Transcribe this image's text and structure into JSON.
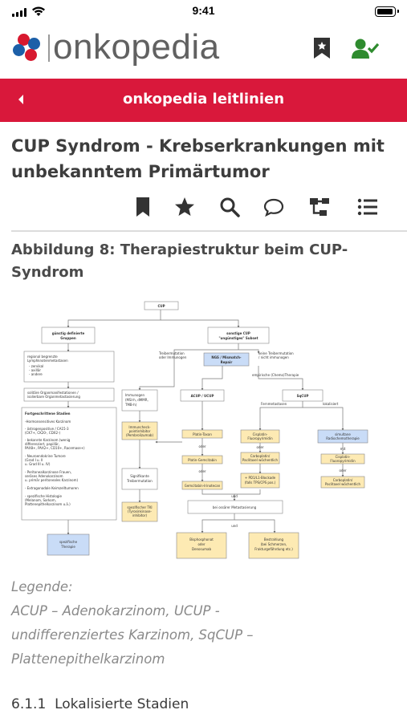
{
  "status_bar": {
    "time": "9:41"
  },
  "header": {
    "logo_text": "onkopedia",
    "bookmark_icon": "bookmark-icon",
    "user_icon": "user-check-icon"
  },
  "nav": {
    "back_icon": "chevron-left-icon",
    "title": "onkopedia leitlinien"
  },
  "document": {
    "title": "CUP Syndrom - Krebserkrankungen mit unbekanntem Primärtumor"
  },
  "toolbar": {
    "items": [
      "bookmark-icon",
      "star-icon",
      "search-icon",
      "comment-icon",
      "sitemap-icon",
      "list-icon"
    ]
  },
  "figure": {
    "title": "Abbildung 8: Therapiestruktur beim CUP-Syndrom",
    "diagram": {
      "root": "CUP",
      "left_group": [
        "günstig definierte",
        "Gruppen"
      ],
      "left_list": [
        "regional begrenzte",
        "Lymphknotenmetastasen",
        "- zervikal",
        "- axillär",
        "- andere",
        "solitäre Organmanifestationen /",
        "isolierbare Organmetastasierung"
      ],
      "advanced": [
        "Fortgeschrittene Stadien",
        "-Hormonsensitives Karzinom",
        "- östrogenpositive / CA15-3",
        "(CK7+, CK20-, CDX2-)",
        "- bekannte Karzinom (wenig",
        "differenziert, papillär,",
        "PAX8+, PAX2+, CD10+, Racemase+)",
        "- Neuroendokrine Tumore",
        "(Grad I u. II",
        "u. Grad III u. IV)",
        "- Peritonealkarzinose Frauen,",
        "seröses Adenokarzinom",
        "u. primär peritoneales Karzinom)",
        "- Extragonadale Keimzelltumoren",
        "- spezifische Histologie",
        "(Melanom, Sarkom,",
        "Plattenepithelkarzinom u.ä.)"
      ],
      "specific_therapy": [
        "spezifische",
        "Therapie"
      ],
      "right_group": [
        "sonstige CUP",
        "\"ungünstiges\" Subset"
      ],
      "driver_yes": [
        "Treibermutation",
        "oder Immunogen"
      ],
      "driver_no": [
        "keine Treibermutation",
        "/ nicht immunogen"
      ],
      "ngs": [
        "NGS / Mismatch-",
        "Repair"
      ],
      "empirical": "empirische (Chemo)Therapie",
      "immunogen": [
        "Immunogen",
        "(MSI-h, dMMR,",
        "TMB-h)"
      ],
      "checkpoint": [
        "Immuncheck-",
        "pointinhibitor",
        "(Pembrolizumab)"
      ],
      "signif_driver": [
        "Signifikante",
        "Treibermutation"
      ],
      "tki": [
        "spezifischer TKI",
        "(Tyrosinkinase-",
        "inhibitor)"
      ],
      "acup": "ACUP / UCUP",
      "sqcup": "SqCUP",
      "platin_taxan": "Platin-Taxan",
      "oder": "oder",
      "platin_gem": "Platin-Gemcitabin",
      "gem_irino": "Gemcitabin-Irinotecan",
      "ferne": "Fernmetastasen",
      "lokal": "lokalisiert",
      "cis_fluoro": [
        "Cisplatin-",
        "Fluoropyrimidin"
      ],
      "carbo_pac": [
        "Carboplatin/",
        "Paclitaxel wöchentlich"
      ],
      "pd1": [
        "+ PD1/L1-Blockade",
        "(falls TPS/CPS pos.)"
      ],
      "simultan": [
        "simultane",
        "Radiochemotherapie"
      ],
      "mit": "mit",
      "cis_fluoro2": [
        "Cisplatin-",
        "Fluoropyrimidin"
      ],
      "carbo_pac2": [
        "Carboplatin/",
        "Paclitaxel wöchentlich"
      ],
      "und": "und",
      "ossar": "bei ossärer Metastasierung",
      "bisphos": [
        "Bisphosphonat",
        "oder",
        "Denosumab"
      ],
      "bestrahlung": [
        "Bestrahlung",
        "(bei Schmerzen,",
        "Frakturgefährdung etc.)"
      ]
    }
  },
  "legend": {
    "text": "Legende:\nACUP – Adenokarzinom, UCUP - undifferenziertes Karzinom, SqCUP – Plattenepithelkarzinom",
    "lines": [
      "Legende:",
      "ACUP – Adenokarzinom, UCUP -",
      "undifferenziertes Karzinom, SqCUP –",
      "Plattenepithelkarzinom"
    ]
  },
  "section": {
    "number": "6.1.1",
    "title": "Lokalisierte Stadien"
  },
  "colors": {
    "brand_red": "#d9183b",
    "box_yellow": "#fdeab3",
    "box_blue": "#c9dcf7",
    "logo_blue": "#1c5fa8",
    "logo_red": "#d8192f",
    "user_green": "#2e8b2e"
  }
}
